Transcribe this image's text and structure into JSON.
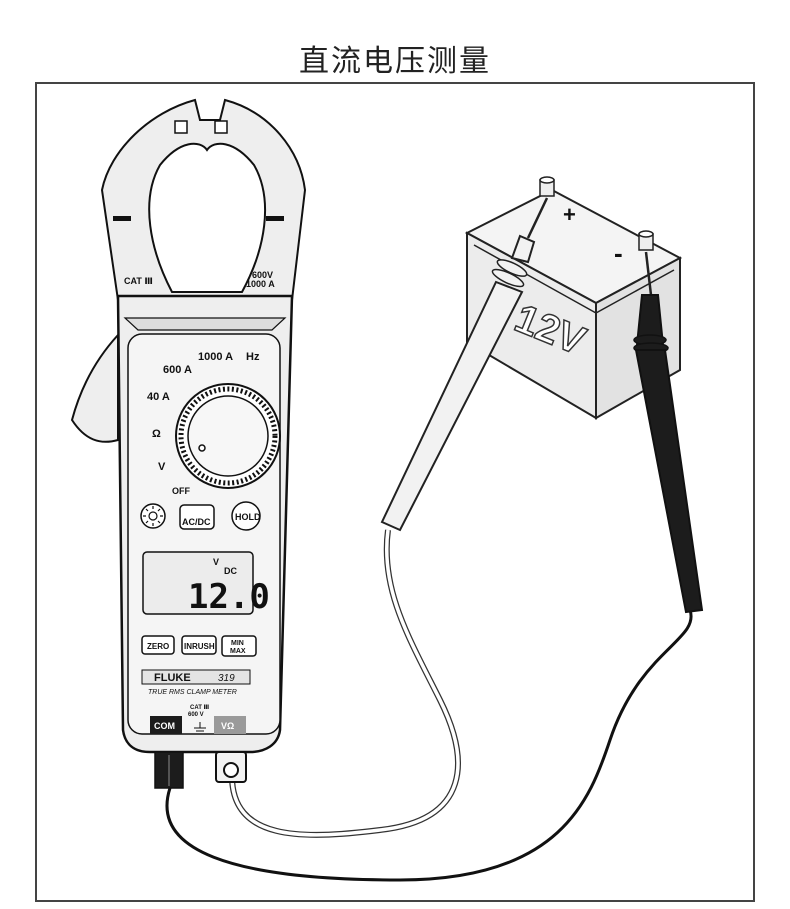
{
  "title": "直流电压测量",
  "meter": {
    "brand": "FLUKE",
    "model": "319",
    "subtitle": "TRUE RMS CLAMP METER",
    "jaw_cat": "CAT Ⅲ",
    "jaw_rating_v": "600V",
    "jaw_rating_a": "1000 A",
    "dial": {
      "a1000": "1000 A",
      "hz": "Hz",
      "a600": "600 A",
      "a40": "40 A",
      "ohm": "Ω",
      "volt": "V",
      "off": "OFF"
    },
    "buttons": {
      "acdc": "AC/DC",
      "hold": "HOLD",
      "zero": "ZERO",
      "inrush": "INRUSH",
      "min": "MIN",
      "max": "MAX"
    },
    "display": {
      "unit": "V",
      "mode": "DC",
      "reading": "12.0"
    },
    "jacks": {
      "com": "COM",
      "cat": "CAT Ⅲ",
      "rating": "600 V",
      "vohm": "VΩ"
    }
  },
  "battery": {
    "label": "12V",
    "plus": "+",
    "minus": "-"
  },
  "colors": {
    "meter_body": "#eeeeee",
    "outline": "#111111",
    "red_lead": "#f2f2f2",
    "black_lead": "#1c1c1c"
  }
}
